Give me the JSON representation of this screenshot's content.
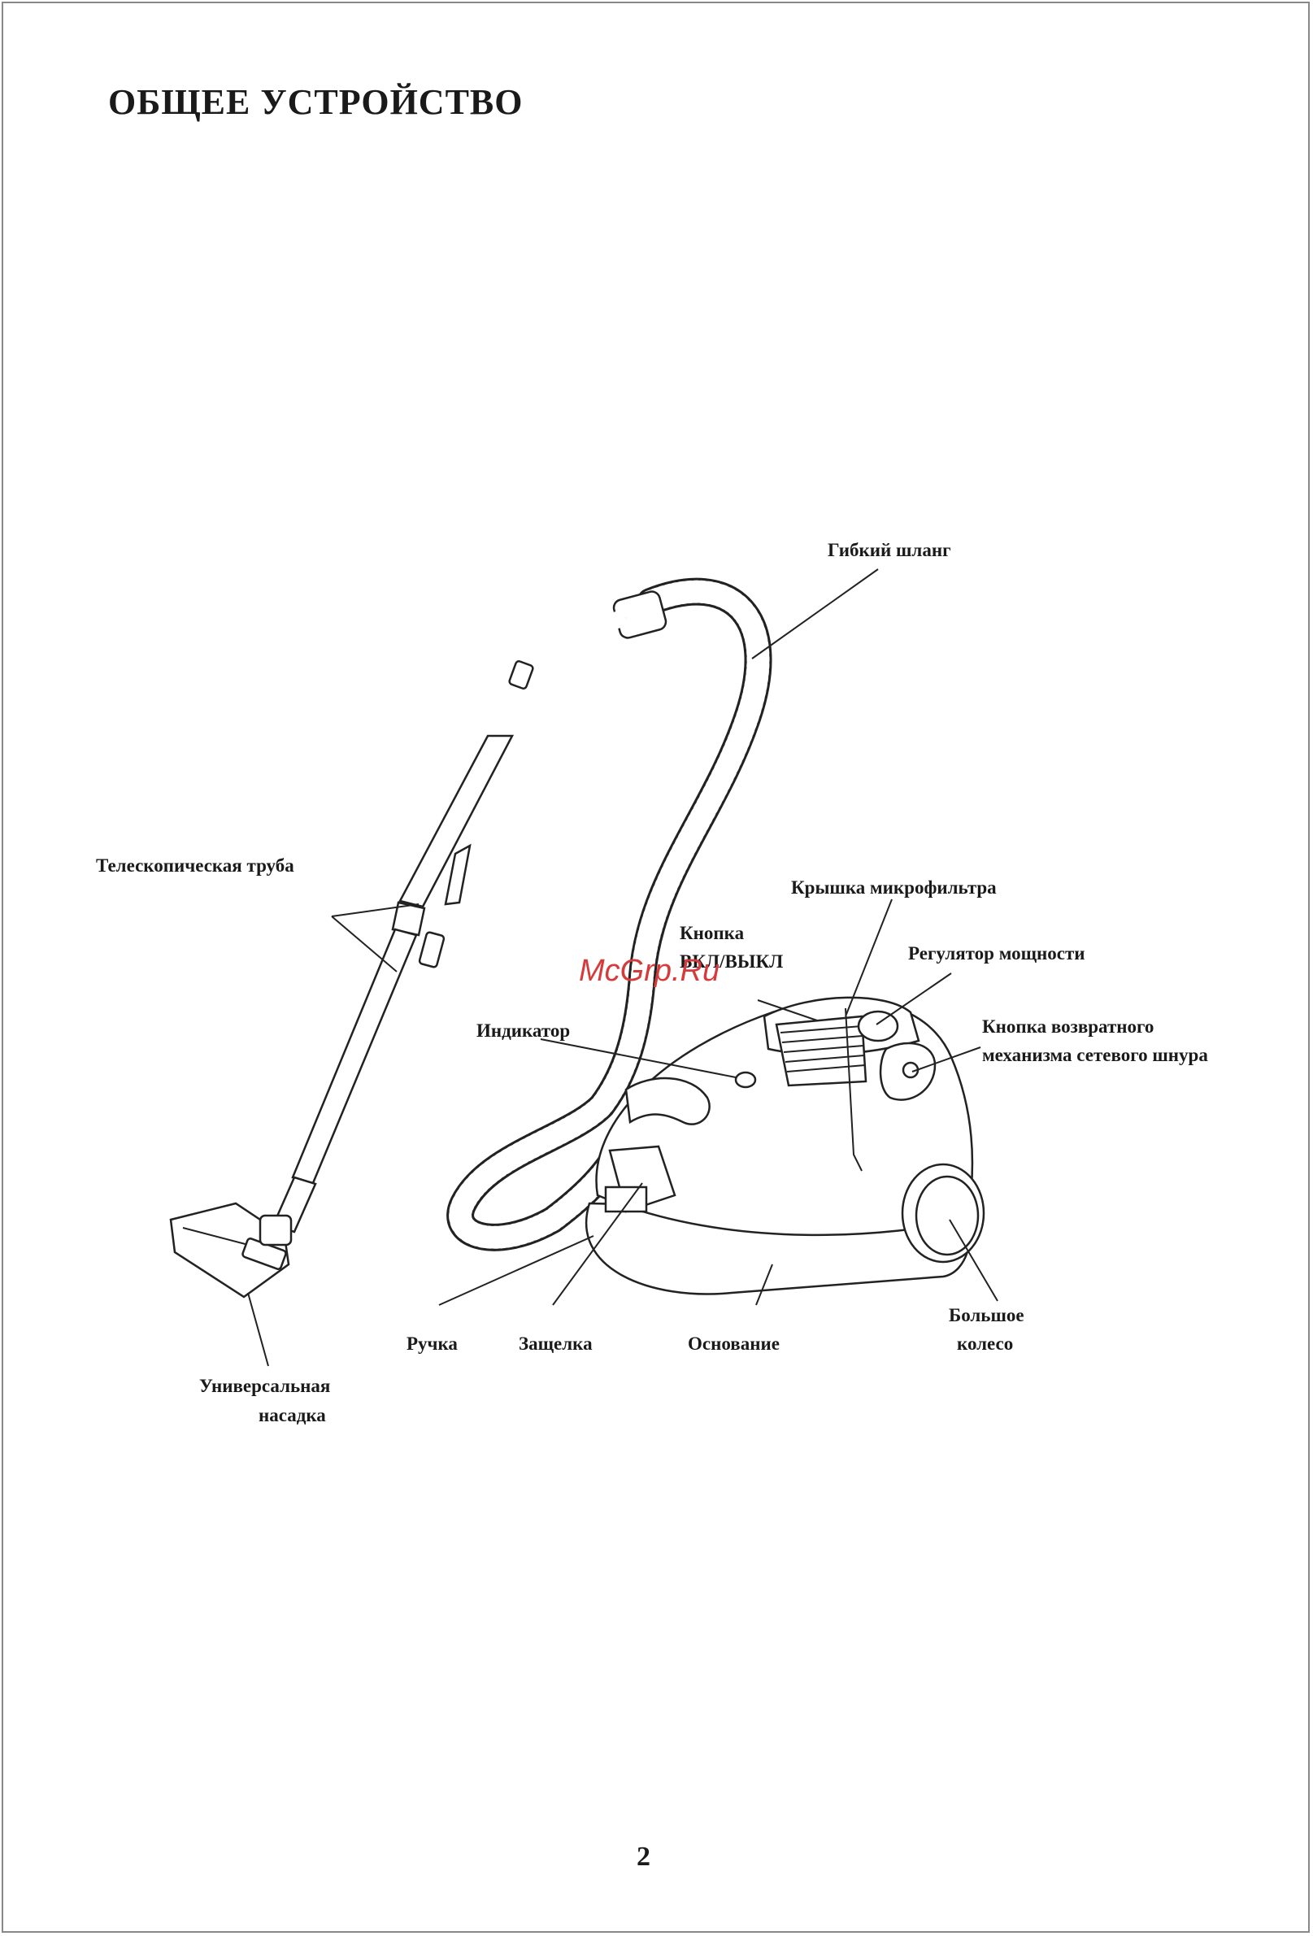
{
  "page": {
    "title": "ОБЩЕЕ УСТРОЙСТВО",
    "page_number": "2",
    "watermark": "McGrp.Ru"
  },
  "labels": {
    "hose": "Гибкий шланг",
    "tube": "Телескопическая труба",
    "filter_cover": "Крышка микрофильтра",
    "power_button_l1": "Кнопка",
    "power_button_l2": "ВКЛ/ВЫКЛ",
    "power_regulator": "Регулятор мощности",
    "indicator": "Индикатор",
    "cord_button_l1": "Кнопка возвратного",
    "cord_button_l2": "механизма сетевого шнура",
    "handle": "Ручка",
    "latch": "Защелка",
    "base": "Основание",
    "wheel_l1": "Большое",
    "wheel_l2": "колесо",
    "nozzle_l1": "Универсальная",
    "nozzle_l2": "насадка"
  }
}
